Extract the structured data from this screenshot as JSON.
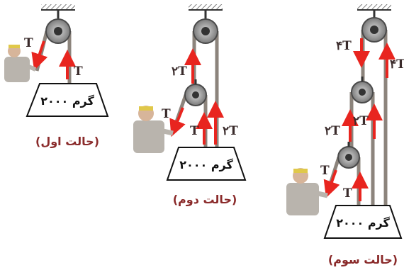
{
  "scenarios": [
    {
      "caption": "(حالت اول)",
      "mass_label": "۲۰۰۰ گرم",
      "tension_labels": {
        "pull": "T",
        "rope": "T"
      }
    },
    {
      "caption": "(حالت دوم)",
      "mass_label": "۲۰۰۰ گرم",
      "tension_labels": {
        "upper": "۲T",
        "pull": "T",
        "inner": "T",
        "right": "۲T"
      }
    },
    {
      "caption": "(حالت سوم)",
      "mass_label": "۲۰۰۰ گرم",
      "tension_labels": {
        "top_left": "۴T",
        "top_right": "۴T",
        "mid_left": "۲T",
        "mid_right": "۲T",
        "pull": "T",
        "inner": "T"
      }
    }
  ],
  "colors": {
    "arrow": "#e8251f",
    "rope": "#8c847c",
    "pulley_outer": "#4a4a4a",
    "pulley_inner": "#bdbdbd",
    "weight_fill": "#ffffff",
    "caption": "#8a2a2a"
  },
  "icons": [
    "ceiling-hatch-icon",
    "pulley-icon",
    "person-pulling-icon",
    "tension-arrow-icon"
  ]
}
